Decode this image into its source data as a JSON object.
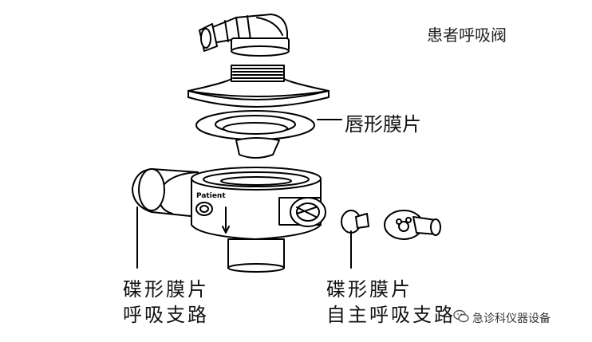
{
  "title": "患者呼吸阀",
  "labels": {
    "lip_membrane": "唇形膜片",
    "disc_membrane_left": "碟形膜片",
    "exhale_branch": "呼吸支路",
    "disc_membrane_right": "碟形膜片",
    "spontaneous_branch": "自主呼吸支路",
    "patient_port": "Patient"
  },
  "watermark": {
    "icon": "wechat-icon",
    "text": "急诊科仪器设备"
  }
}
